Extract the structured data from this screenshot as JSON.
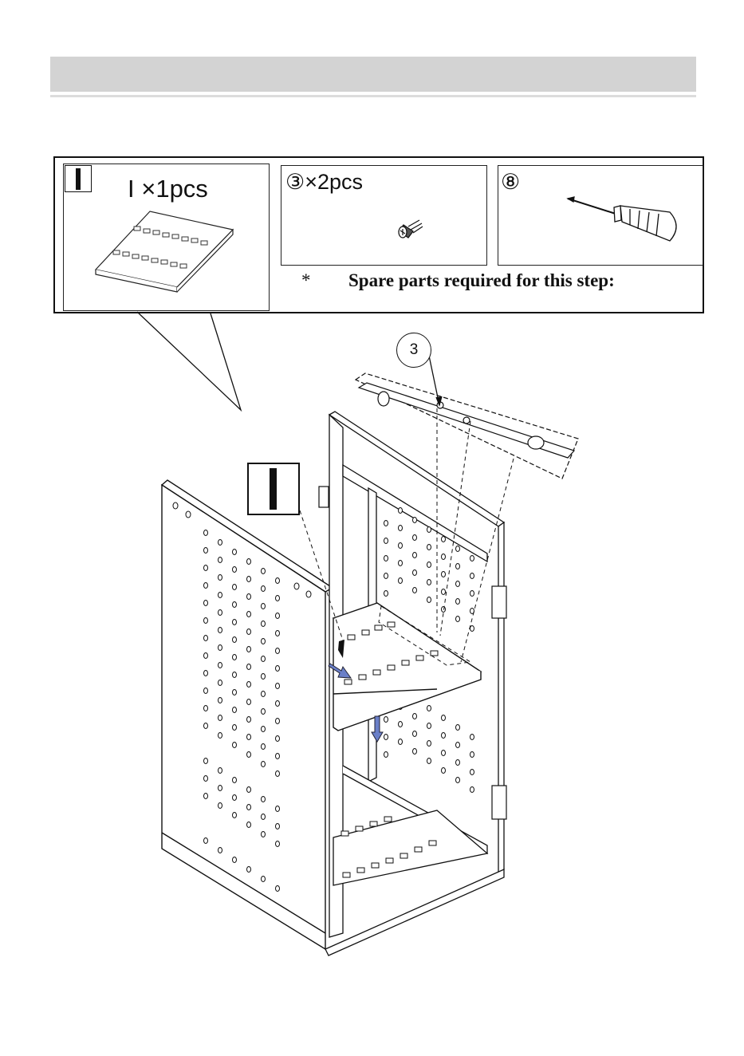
{
  "parts_required": {
    "panel": {
      "letter": "I",
      "quantity_label": "I ×1pcs"
    },
    "screw": {
      "quantity_label": "③×2pcs"
    },
    "tool": {
      "label": "⑧"
    },
    "note_star": "*",
    "note_text": "Spare parts required for this step:"
  },
  "diagram": {
    "part_letter": "I",
    "callout_number": "3"
  },
  "icons": [
    "shelf-panel-icon",
    "screw-icon",
    "screwdriver-icon",
    "cabinet-diagram",
    "arrow-icon"
  ]
}
